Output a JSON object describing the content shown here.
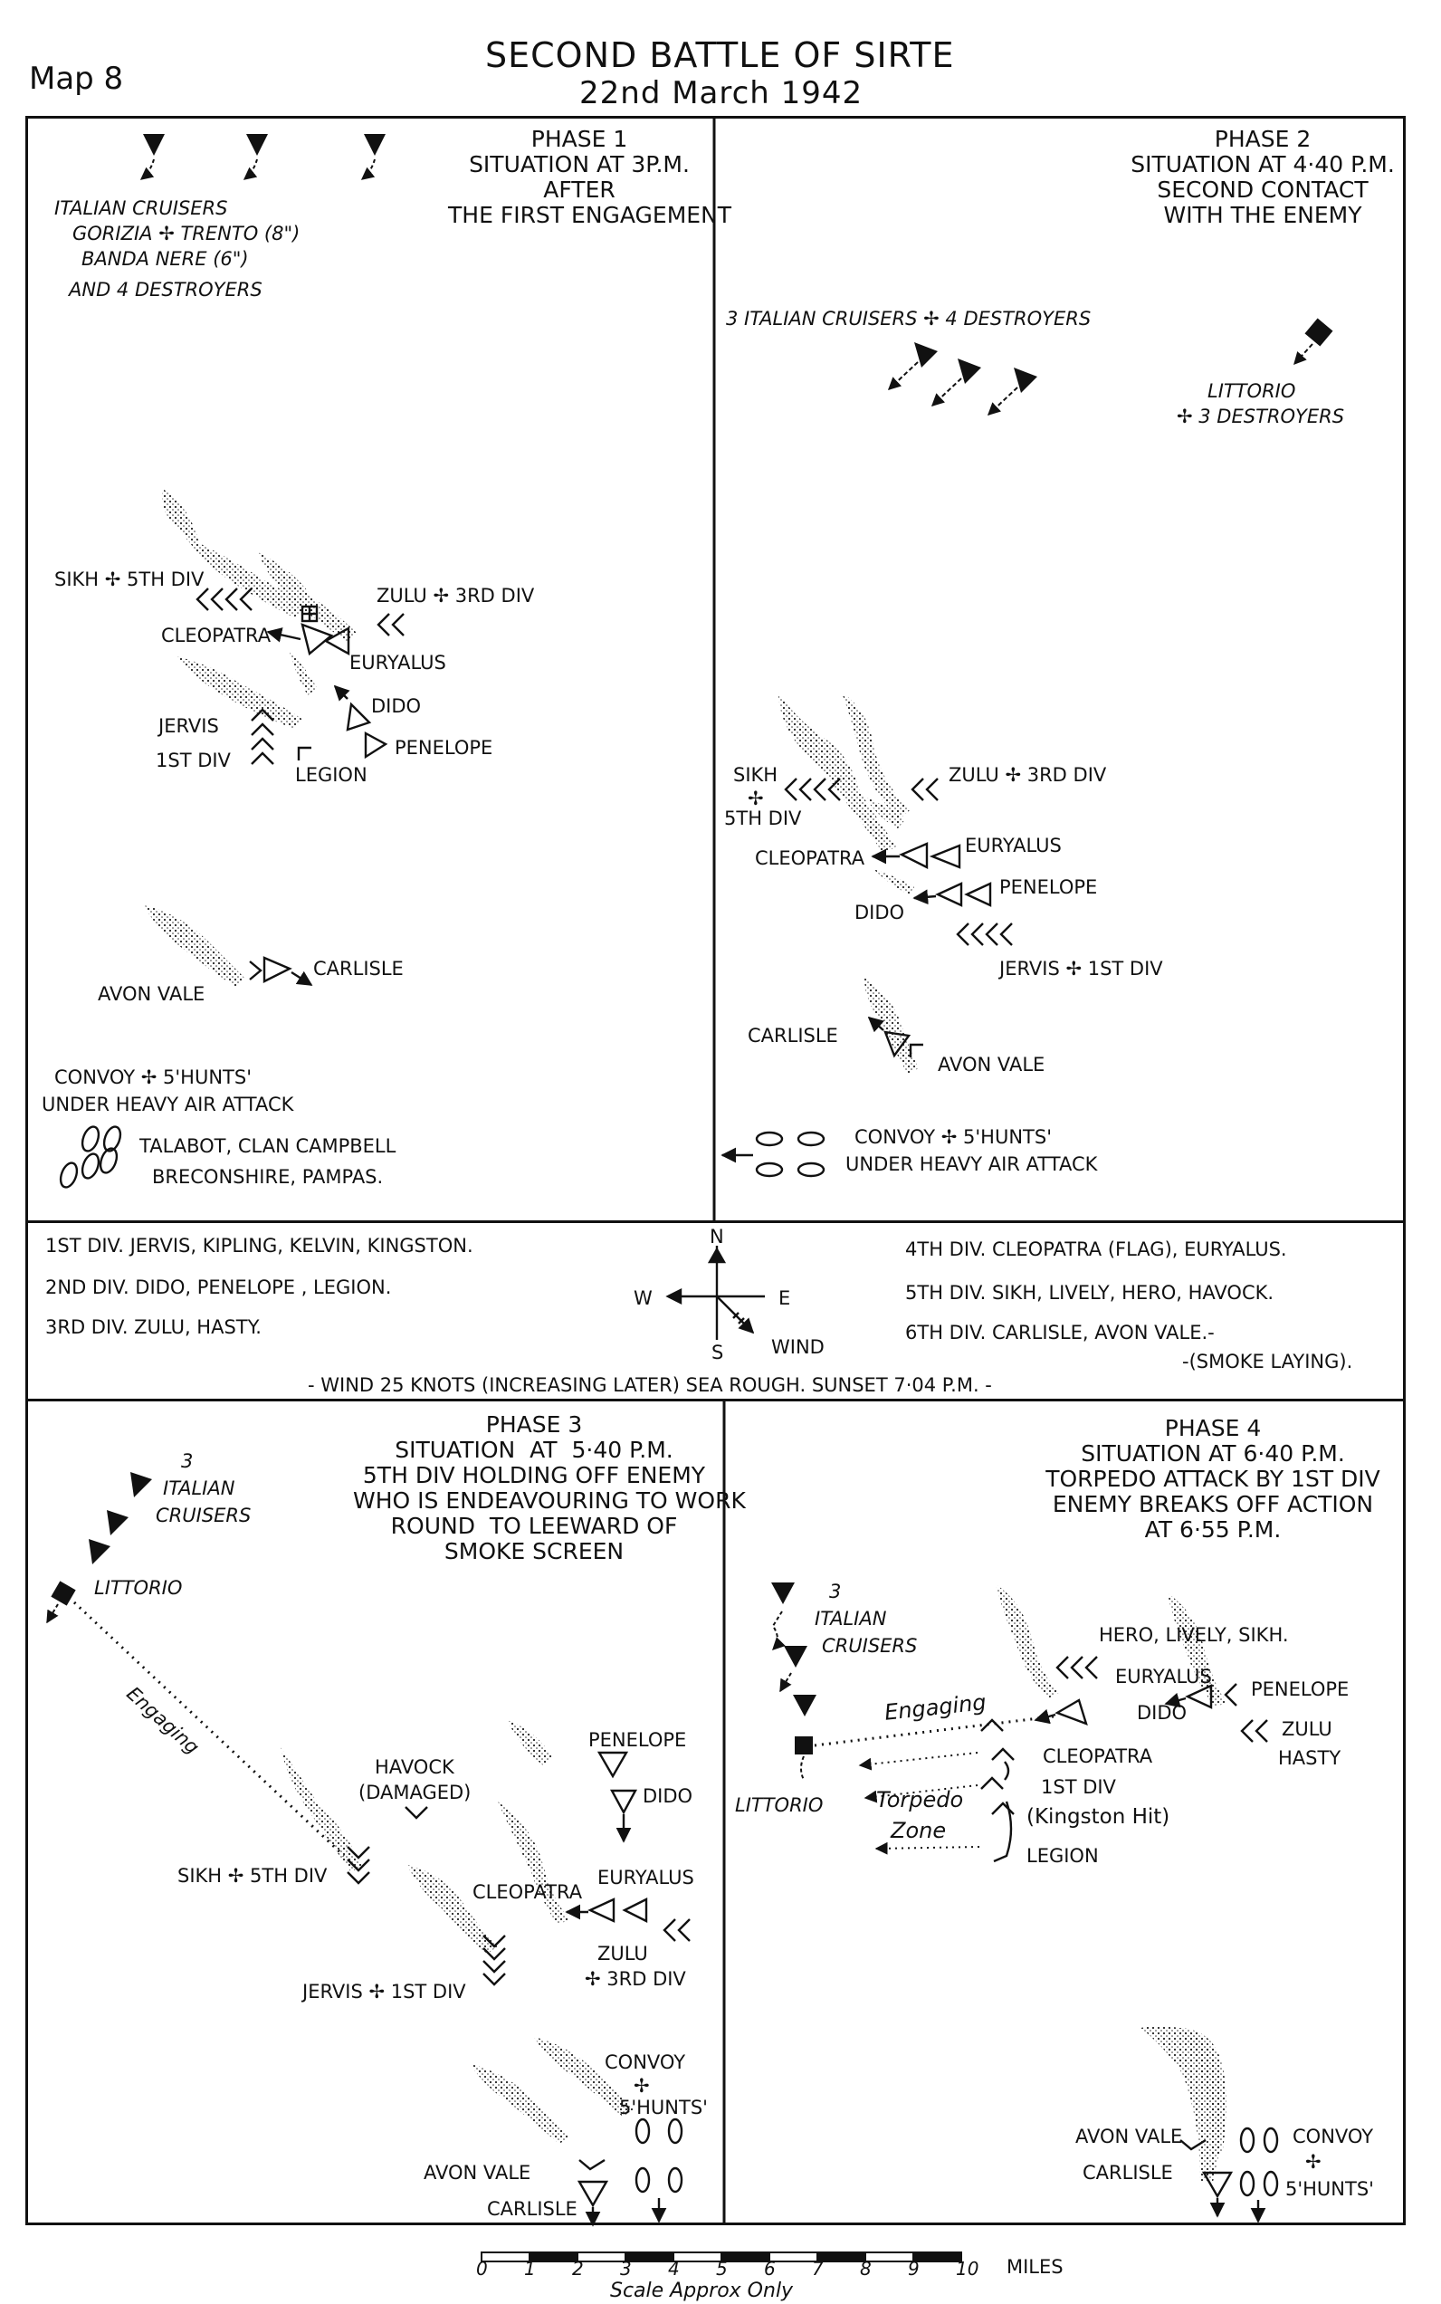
{
  "map_label": "Map 8",
  "title": "SECOND BATTLE OF SIRTE",
  "date": "22nd  March  1942",
  "phase1": {
    "header": "PHASE 1\nSITUATION AT 3P.M.\nAFTER\nTHE FIRST ENGAGEMENT",
    "labels": {
      "italian_cruisers": "ITALIAN CRUISERS",
      "gorizia": "GORIZIA ✢ TRENTO (8\")",
      "banda": "BANDA NERE (6\")",
      "destroyers": "AND 4 DESTROYERS",
      "sikh": "SIKH ✢ 5TH DIV",
      "zulu": "ZULU ✢ 3RD DIV",
      "cleopatra": "CLEOPATRA",
      "euryalus": "EURYALUS",
      "dido": "DIDO",
      "jervis": "JERVIS",
      "first_div": "1ST DIV",
      "penelope": "PENELOPE",
      "legion": "LEGION",
      "carlisle": "CARLISLE",
      "avon_vale": "AVON VALE",
      "convoy": "CONVOY ✢ 5'HUNTS'",
      "air_attack": "UNDER HEAVY AIR ATTACK",
      "talabot": "TALABOT,  CLAN CAMPBELL",
      "breconshire": "BRECONSHIRE,  PAMPAS."
    }
  },
  "phase2": {
    "header": "PHASE 2\nSITUATION AT 4·40 P.M.\nSECOND CONTACT\nWITH THE ENEMY",
    "labels": {
      "italian": "3 ITALIAN CRUISERS ✢ 4 DESTROYERS",
      "littorio": "LITTORIO",
      "littorio_destroyers": "✢ 3 DESTROYERS",
      "sikh": "SIKH",
      "sikh_amp": "✢",
      "fifth_div": "5TH DIV",
      "zulu": "ZULU ✢ 3RD DIV",
      "cleopatra": "CLEOPATRA",
      "euryalus": "EURYALUS",
      "penelope": "PENELOPE",
      "dido": "DIDO",
      "jervis": "JERVIS ✢ 1ST DIV",
      "carlisle": "CARLISLE",
      "avon_vale": "AVON VALE",
      "convoy": "CONVOY ✢ 5'HUNTS'",
      "air_attack": "UNDER HEAVY AIR ATTACK"
    }
  },
  "key": {
    "div1": "1ST DIV.  JERVIS,  KIPLING,  KELVIN,  KINGSTON.",
    "div2": "2ND DIV.  DIDO,  PENELOPE ,  LEGION.",
    "div3": "3RD DIV.  ZULU,  HASTY.",
    "div4": "4TH DIV.  CLEOPATRA  (FLAG), EURYALUS.",
    "div5": "5TH DIV.  SIKH,  LIVELY,  HERO,  HAVOCK.",
    "div6": "6TH DIV.  CARLISLE,  AVON VALE.-",
    "smoke": "-(SMOKE LAYING).",
    "weather": "-  WIND 25 KNOTS (INCREASING LATER)  SEA ROUGH.  SUNSET 7·04 P.M.  -",
    "compass": {
      "n": "N",
      "s": "S",
      "e": "E",
      "w": "W",
      "wind": "WIND"
    }
  },
  "phase3": {
    "header": "PHASE 3\nSITUATION  AT  5·40 P.M.\n5TH DIV HOLDING OFF ENEMY\nWHO IS ENDEAVOURING TO WORK\nROUND  TO LEEWARD OF\nSMOKE SCREEN",
    "labels": {
      "three": "3",
      "italian": "ITALIAN",
      "cruisers": "CRUISERS",
      "littorio": "LITTORIO",
      "engaging": "Engaging",
      "havock": "HAVOCK",
      "damaged": "(DAMAGED)",
      "penelope": "PENELOPE",
      "dido": "DIDO",
      "sikh": "SIKH ✢ 5TH DIV",
      "cleopatra": "CLEOPATRA",
      "euryalus": "EURYALUS",
      "zulu": "ZULU",
      "third_div": "✢ 3RD DIV",
      "jervis": "JERVIS ✢ 1ST DIV",
      "convoy": "CONVOY",
      "convoy_amp": "✢",
      "hunts": "5'HUNTS'",
      "avon_vale": "AVON VALE",
      "carlisle": "CARLISLE"
    }
  },
  "phase4": {
    "header": "PHASE 4\nSITUATION AT 6·40 P.M.\nTORPEDO ATTACK BY 1ST DIV\nENEMY BREAKS OFF ACTION\nAT 6·55 P.M.",
    "labels": {
      "three": "3",
      "italian": "ITALIAN",
      "cruisers": "CRUISERS",
      "littorio": "LITTORIO",
      "hero": "HERO, LIVELY,  SIKH.",
      "euryalus": "EURYALUS",
      "penelope": "PENELOPE",
      "dido": "DIDO",
      "zulu": "ZULU",
      "hasty": "HASTY",
      "engaging": "Engaging",
      "cleopatra": "CLEOPATRA",
      "first_div": "1ST DIV",
      "kingston": "(Kingston Hit)",
      "torpedo": "Torpedo",
      "zone": "Zone",
      "legion": "LEGION",
      "avon_vale": "AVON VALE",
      "convoy": "CONVOY",
      "convoy_amp": "✢",
      "hunts": "5'HUNTS'",
      "carlisle": "CARLISLE"
    }
  },
  "scale": {
    "ticks": [
      "0",
      "1",
      "2",
      "3",
      "4",
      "5",
      "6",
      "7",
      "8",
      "9",
      "10"
    ],
    "unit": "MILES",
    "note": "Scale  Approx Only"
  }
}
